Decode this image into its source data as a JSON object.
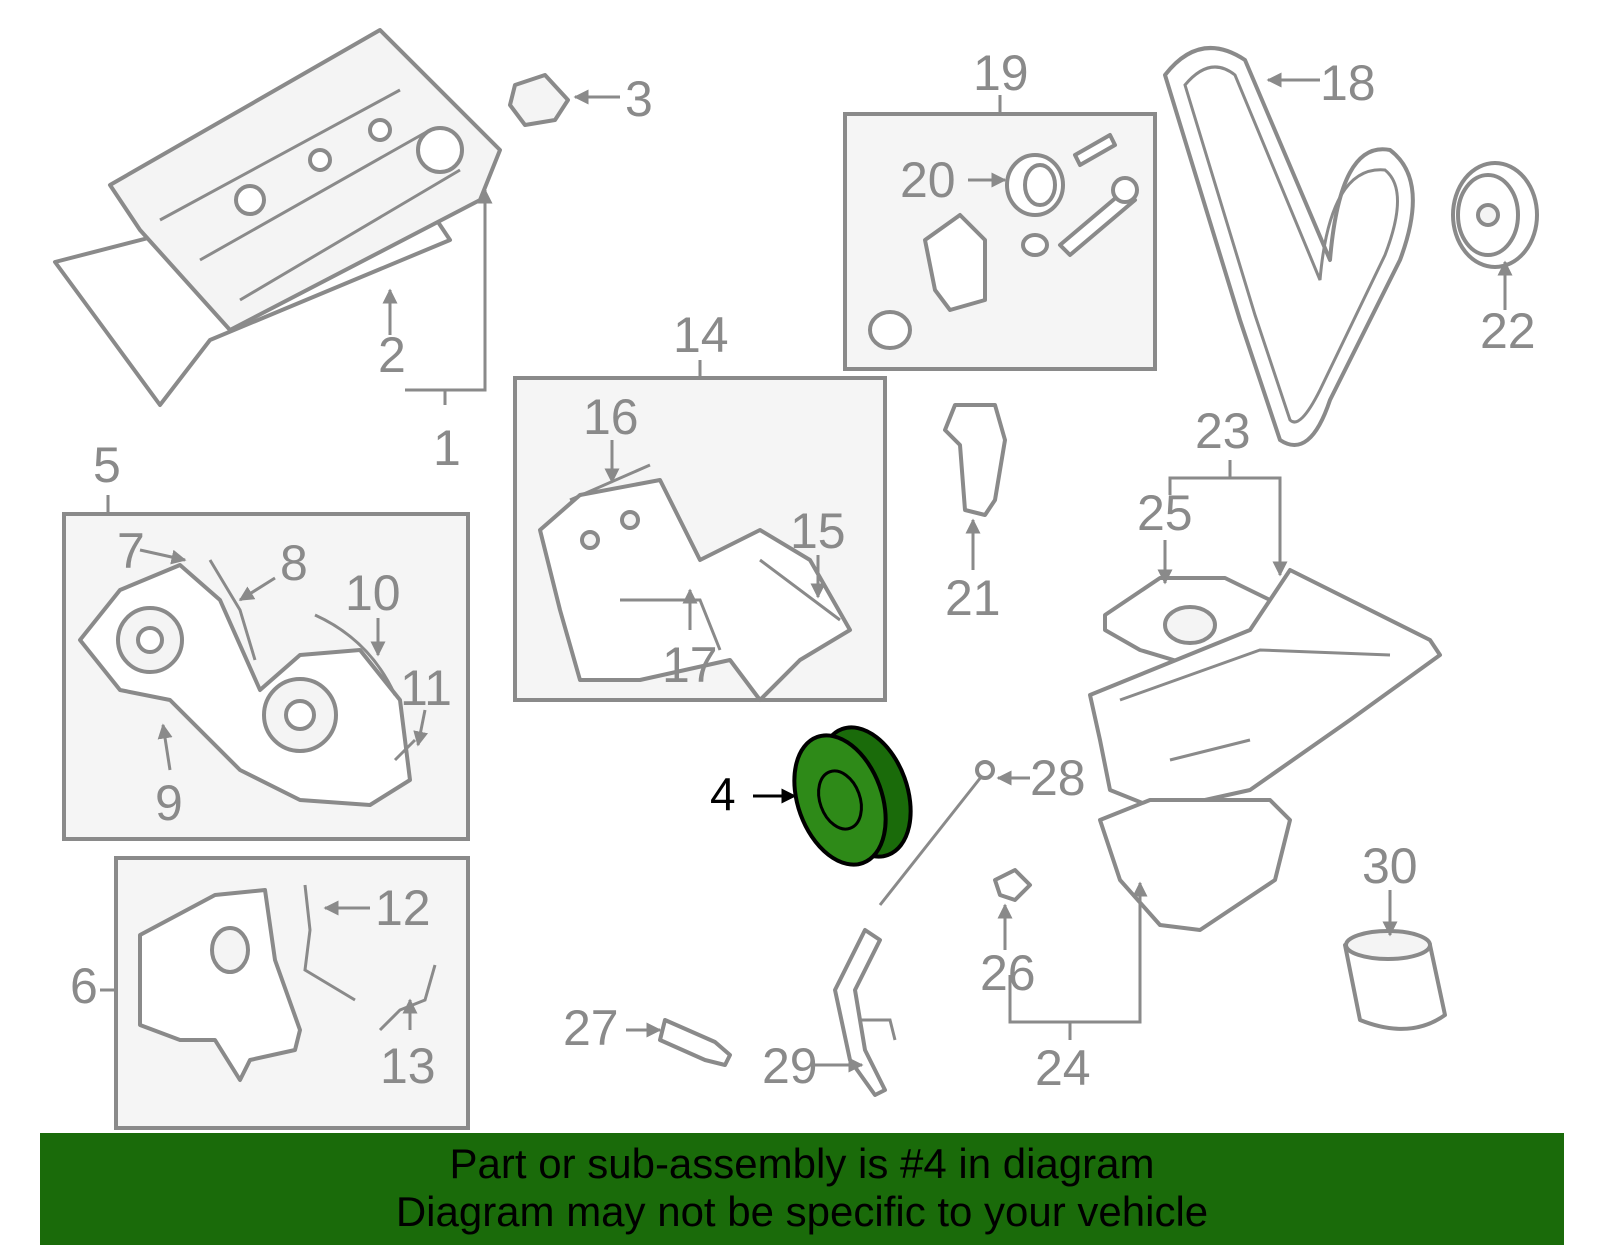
{
  "highlight": {
    "part_number": "4",
    "color": "#1a6b0a"
  },
  "labels": {
    "n1": "1",
    "n2": "2",
    "n3": "3",
    "n4": "4",
    "n5": "5",
    "n6": "6",
    "n7": "7",
    "n8": "8",
    "n9": "9",
    "n10": "10",
    "n11": "11",
    "n12": "12",
    "n13": "13",
    "n14": "14",
    "n15": "15",
    "n16": "16",
    "n17": "17",
    "n18": "18",
    "n19": "19",
    "n20": "20",
    "n21": "21",
    "n22": "22",
    "n23": "23",
    "n24": "24",
    "n25": "25",
    "n26": "26",
    "n27": "27",
    "n28": "28",
    "n29": "29",
    "n30": "30"
  },
  "banner": {
    "line1": "Part or sub-assembly is #4 in diagram",
    "line2": "Diagram may not be specific to your vehicle"
  }
}
